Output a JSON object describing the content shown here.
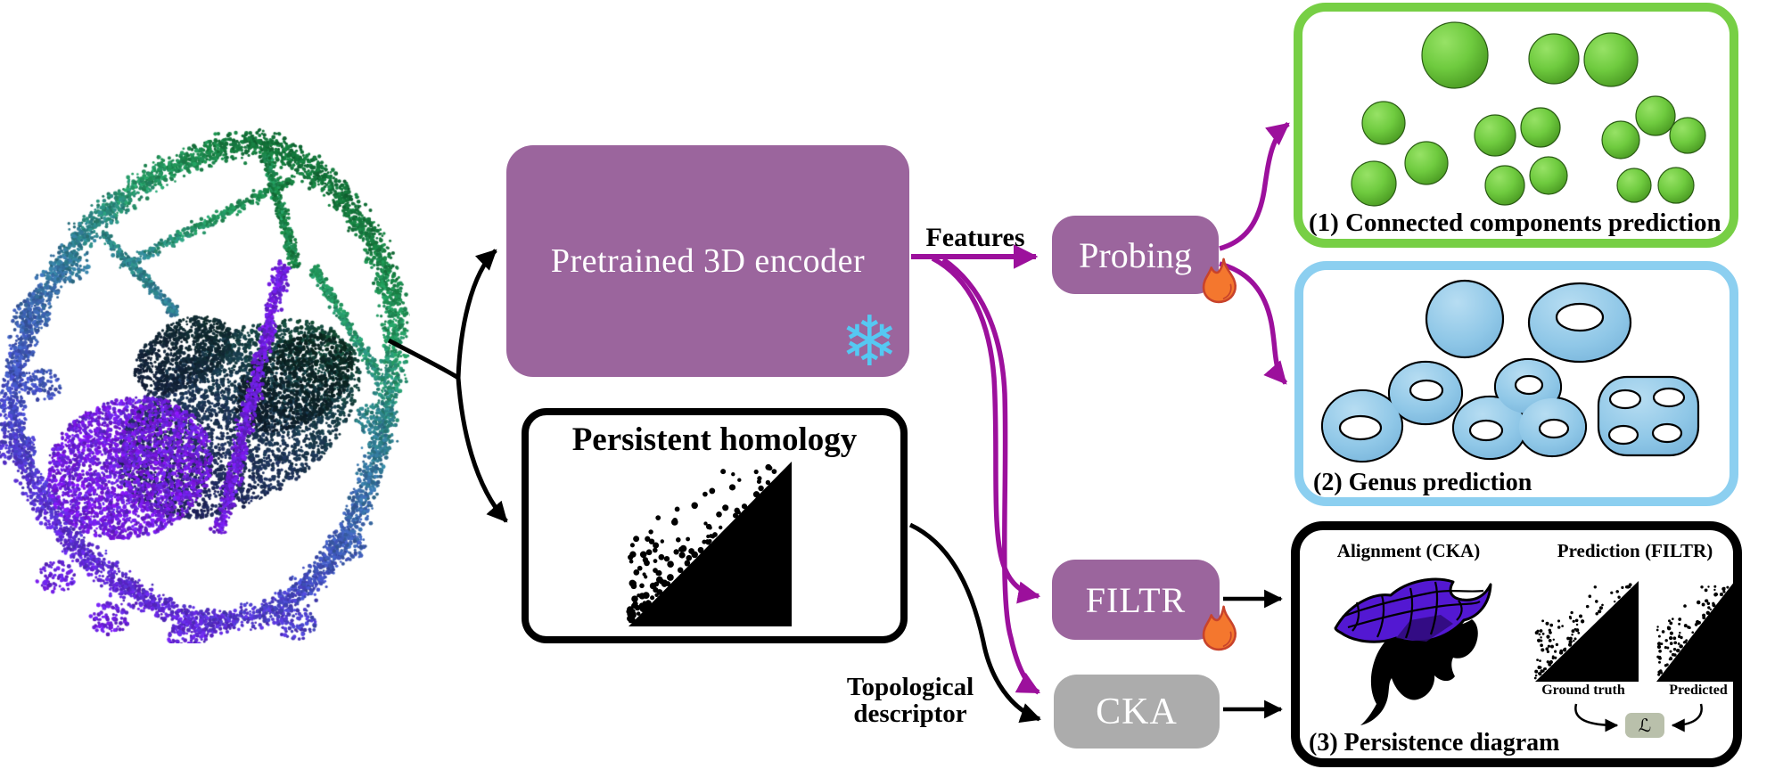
{
  "pointcloud": {
    "alt": "3D point cloud of a car body frame, colored purple to green"
  },
  "encoder": {
    "label": "Pretrained 3D encoder",
    "state": "frozen"
  },
  "persistent_homology": {
    "label": "Persistent homology"
  },
  "features_label": "Features",
  "probing": {
    "label": "Probing",
    "state": "trainable"
  },
  "filtr": {
    "label": "FILTR",
    "state": "trainable"
  },
  "cka": {
    "label": "CKA"
  },
  "topological_descriptor": {
    "line1": "Topological",
    "line2": "descriptor"
  },
  "outputs": {
    "connected_components": {
      "caption": "(1) Connected components prediction"
    },
    "genus": {
      "caption": "(2) Genus prediction"
    },
    "persistence_diagram": {
      "caption": "(3) Persistence diagram",
      "alignment_title": "Alignment (CKA)",
      "prediction_title": "Prediction (FILTR)",
      "ground_truth_label": "Ground truth",
      "predicted_label": "Predicted",
      "loss_symbol": "ℒ"
    }
  },
  "colors": {
    "accent_purple": "#9B659D",
    "arrow_magenta": "#9C109C",
    "cka_gray": "#ACACAC",
    "green_border": "#77CF45",
    "sphere_green": "#6CC83C",
    "blue_border": "#8CCFF0",
    "shape_blue": "#82C0E4",
    "snowflake_blue": "#55C8F2",
    "flame_orange": "#F4772E",
    "flame_outline": "#C8432B",
    "loss_bg": "#B9C0AB",
    "mesh_purple": "#5318D2"
  }
}
